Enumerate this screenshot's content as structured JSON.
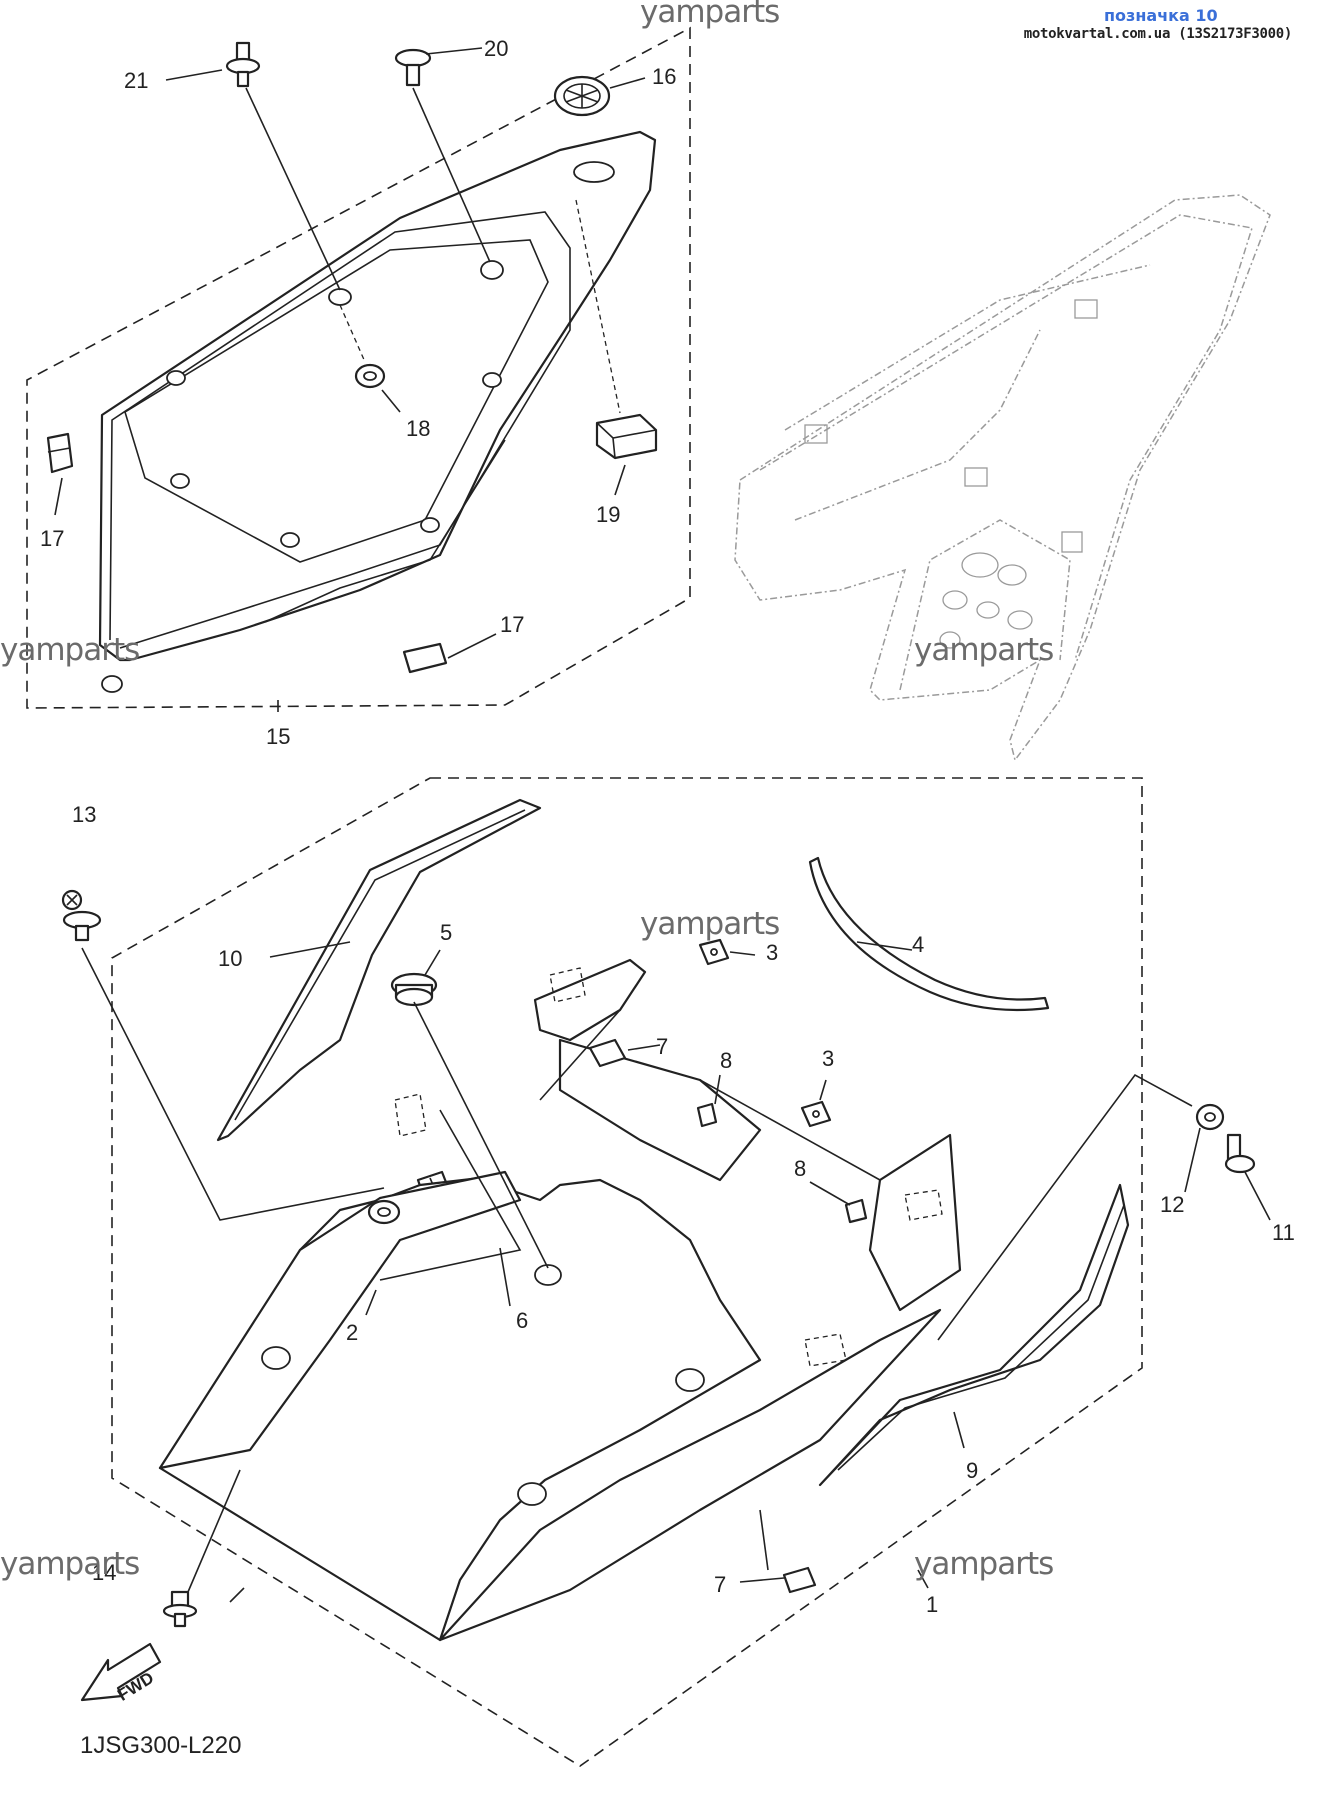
{
  "header": {
    "title": "позначка 10",
    "source": "motokvartal.com.ua (13S2173F3000)"
  },
  "watermark": "yamparts",
  "diagram_code": "1JSG300-L220",
  "fwd_label": "FWD",
  "callouts": {
    "c1": "1",
    "c2": "2",
    "c3a": "3",
    "c3b": "3",
    "c4": "4",
    "c5": "5",
    "c6": "6",
    "c7a": "7",
    "c7b": "7",
    "c8a": "8",
    "c8b": "8",
    "c9": "9",
    "c10": "10",
    "c11": "11",
    "c12": "12",
    "c13": "13",
    "c14": "14",
    "c15": "15",
    "c16": "16",
    "c17a": "17",
    "c17b": "17",
    "c18": "18",
    "c19": "19",
    "c20": "20",
    "c21": "21"
  },
  "icons": {
    "fwd": "fwd-arrow-icon"
  },
  "colors": {
    "header_link": "#3a6fd8",
    "ink": "#222222",
    "watermark": "#6b6b6b",
    "ghost_frame": "#9a9a9a"
  }
}
